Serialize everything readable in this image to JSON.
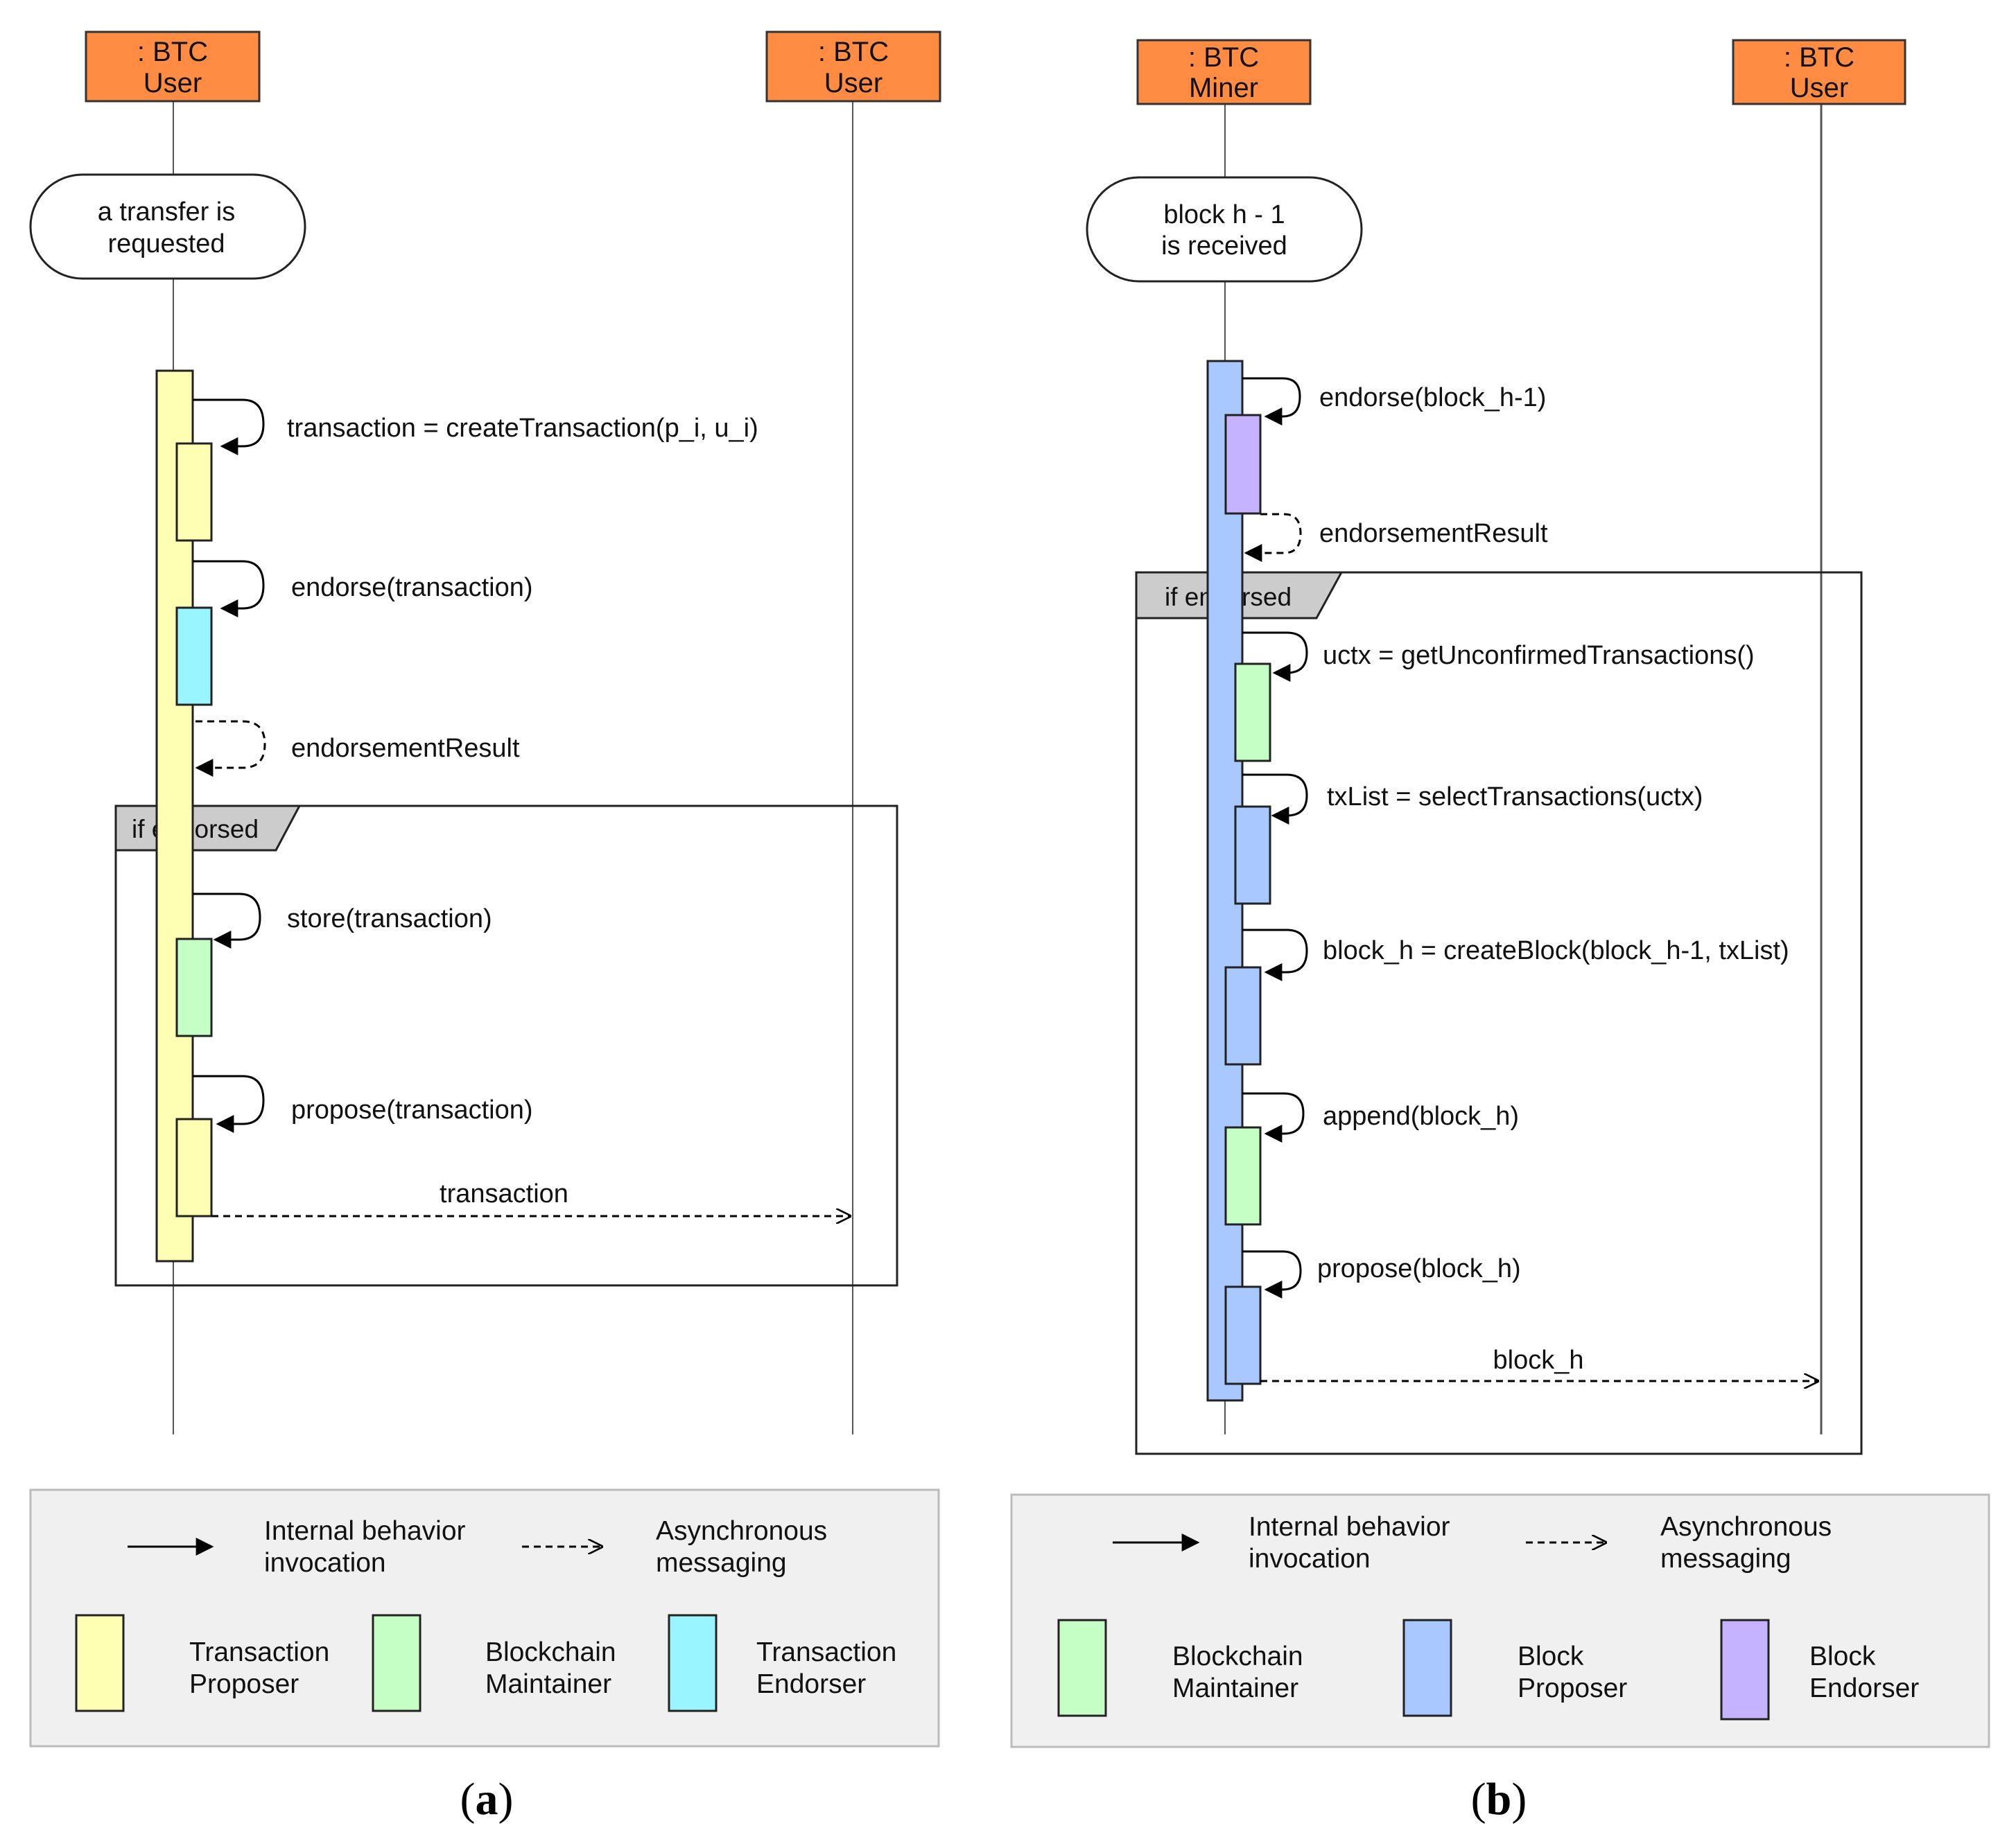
{
  "colors": {
    "header_fill": "#FF8C42",
    "transaction_proposer": "#FFFFB3",
    "blockchain_maintainer": "#C6FFC6",
    "transaction_endorser": "#99F5FF",
    "block_proposer": "#A8C8FF",
    "block_endorser": "#C5B3FF",
    "legend_bg": "#F0F0F0",
    "fragment_tab": "#CCCCCC"
  },
  "panel_a": {
    "caption_open": "(",
    "caption_letter": "a",
    "caption_close": ")",
    "lifeline_1": [
      ": BTC",
      "User"
    ],
    "lifeline_2": [
      ": BTC",
      "User"
    ],
    "trigger": [
      "a transfer is",
      "requested"
    ],
    "messages": {
      "m1": "transaction = createTransaction(p_i, u_i)",
      "m2": "endorse(transaction)",
      "m3": "endorsementResult",
      "m4": "store(transaction)",
      "m5": "propose(transaction)",
      "m6": "transaction"
    },
    "fragment_label": "if endorsed",
    "legend": {
      "internal": [
        "Internal behavior",
        "invocation"
      ],
      "async": [
        "Asynchronous",
        "messaging"
      ],
      "item1": [
        "Transaction",
        "Proposer"
      ],
      "item2": [
        "Blockchain",
        "Maintainer"
      ],
      "item3": [
        "Transaction",
        "Endorser"
      ]
    }
  },
  "panel_b": {
    "caption_open": "(",
    "caption_letter": "b",
    "caption_close": ")",
    "lifeline_1": [
      ": BTC",
      "Miner"
    ],
    "lifeline_2": [
      ": BTC",
      "User"
    ],
    "trigger": [
      "block h - 1",
      "is received"
    ],
    "messages": {
      "m1": "endorse(block_h-1)",
      "m2": "endorsementResult",
      "m3": "uctx = getUnconfirmedTransactions()",
      "m4": "txList = selectTransactions(uctx)",
      "m5": "block_h = createBlock(block_h-1, txList)",
      "m6": "append(block_h)",
      "m7": "propose(block_h)",
      "m8": "block_h"
    },
    "fragment_label": "if endorsed",
    "legend": {
      "internal": [
        "Internal behavior",
        "invocation"
      ],
      "async": [
        "Asynchronous",
        "messaging"
      ],
      "item1": [
        "Blockchain",
        "Maintainer"
      ],
      "item2": [
        "Block",
        "Proposer"
      ],
      "item3": [
        "Block",
        "Endorser"
      ]
    }
  }
}
